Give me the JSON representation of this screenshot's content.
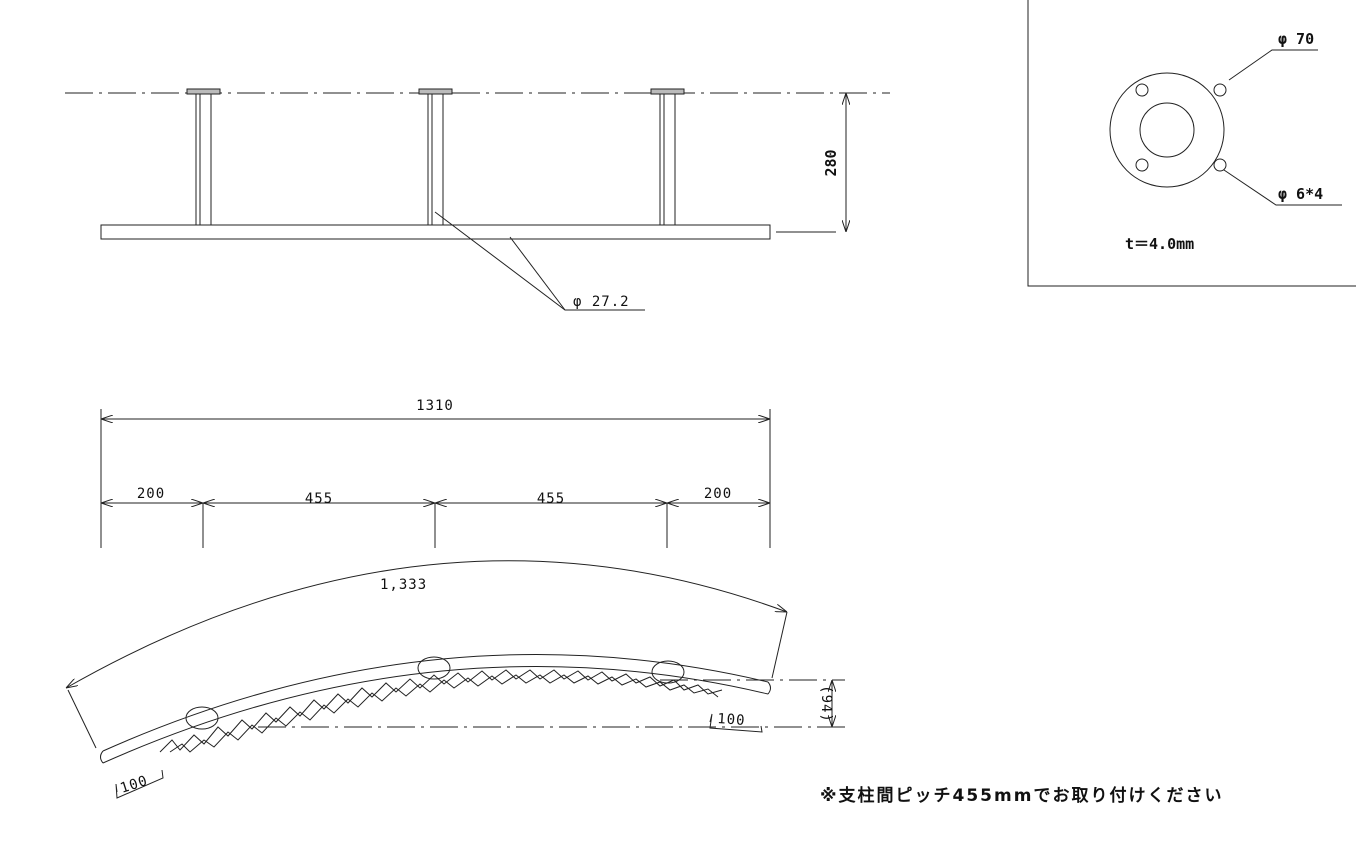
{
  "front_view": {
    "height_dim": "280",
    "pipe_dia": "φ 27.2"
  },
  "plate_detail": {
    "outer_dia": "φ 70",
    "hole_dia": "φ 6*4",
    "thickness": "t＝4.0mm"
  },
  "plan_view": {
    "total_length": "1310",
    "segments": [
      "200",
      "455",
      "455",
      "200"
    ]
  },
  "side_view": {
    "arc_length": "1,333",
    "rise": "(94)",
    "end_offset_right": "100",
    "end_offset_left": "100"
  },
  "note": "※支柱間ピッチ455mmでお取り付けください"
}
